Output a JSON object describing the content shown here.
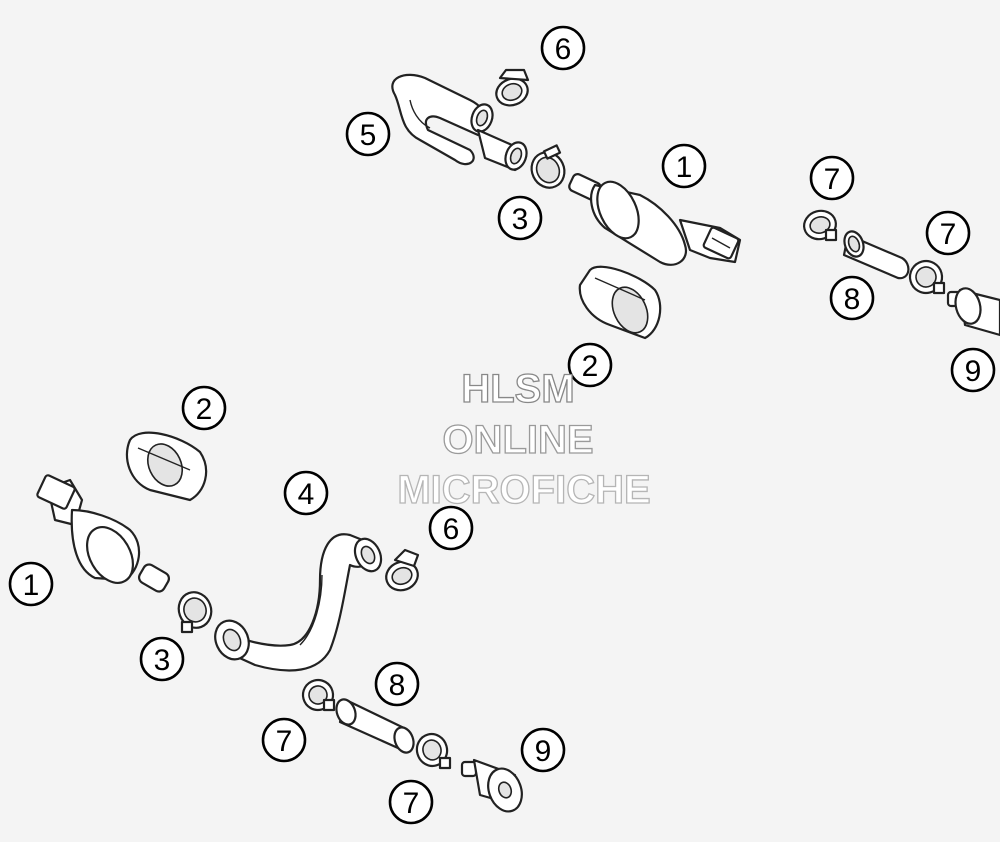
{
  "watermark": {
    "line1": "HLSM",
    "line2": "ONLINE",
    "line3": "MICROFICHE"
  },
  "callouts": [
    {
      "id": "c-top-6",
      "label": "6"
    },
    {
      "id": "c-top-5",
      "label": "5"
    },
    {
      "id": "c-top-1",
      "label": "1"
    },
    {
      "id": "c-top-3",
      "label": "3"
    },
    {
      "id": "c-top-2",
      "label": "2"
    },
    {
      "id": "c-right-7a",
      "label": "7"
    },
    {
      "id": "c-right-7b",
      "label": "7"
    },
    {
      "id": "c-right-8",
      "label": "8"
    },
    {
      "id": "c-right-9",
      "label": "9"
    },
    {
      "id": "c-bot-2",
      "label": "2"
    },
    {
      "id": "c-bot-4",
      "label": "4"
    },
    {
      "id": "c-bot-6",
      "label": "6"
    },
    {
      "id": "c-bot-1",
      "label": "1"
    },
    {
      "id": "c-bot-3",
      "label": "3"
    },
    {
      "id": "c-bot-8",
      "label": "8"
    },
    {
      "id": "c-bot-7a",
      "label": "7"
    },
    {
      "id": "c-bot-7b",
      "label": "7"
    },
    {
      "id": "c-bot-9",
      "label": "9"
    }
  ]
}
